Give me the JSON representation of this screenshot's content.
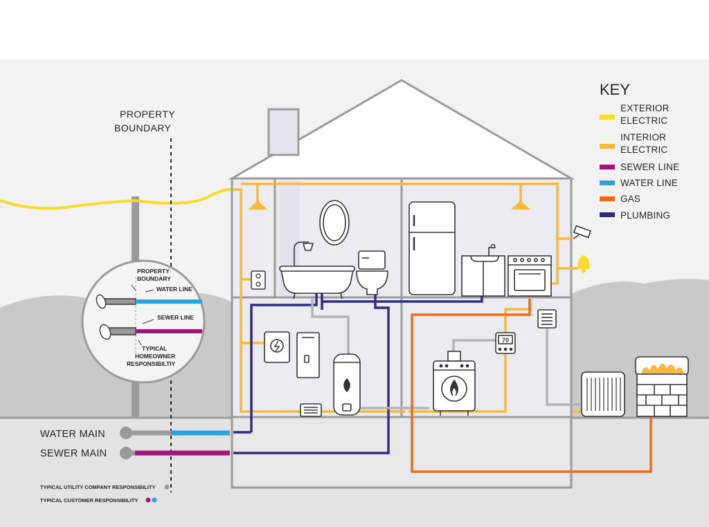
{
  "property_boundary": {
    "line1": "PROPERTY",
    "line2": "BOUNDARY"
  },
  "key": {
    "title": "KEY",
    "items": [
      {
        "line1": "EXTERIOR",
        "line2": "ELECTRIC",
        "color": "#f5dc2c"
      },
      {
        "line1": "INTERIOR",
        "line2": "ELECTRIC",
        "color": "#f7b93c"
      },
      {
        "line1": "SEWER LINE",
        "line2": "",
        "color": "#a0177a"
      },
      {
        "line1": "WATER LINE",
        "line2": "",
        "color": "#2aa3dd"
      },
      {
        "line1": "GAS",
        "line2": "",
        "color": "#ee6a16"
      },
      {
        "line1": "PLUMBING",
        "line2": "",
        "color": "#302c86"
      }
    ]
  },
  "inset": {
    "boundary1": "PROPERTY",
    "boundary2": "BOUNDARY",
    "water": "WATER LINE",
    "sewer": "SEWER LINE",
    "resp1": "TYPICAL",
    "resp2": "HOMEOWNER",
    "resp3": "RESPONSIBILTIY"
  },
  "mains": {
    "water": "WATER MAIN",
    "sewer": "SEWER MAIN"
  },
  "footer": {
    "utility": "TYPICAL UTILITY  COMPANY RESPONSIBILITY",
    "customer": "TYPICAL CUSTOMER RESPONSIBILITY"
  },
  "thermostat": {
    "value": "70"
  },
  "colors": {
    "exterior_electric": "#f5dc2c",
    "interior_electric": "#f7b93c",
    "sewer": "#a0177a",
    "water": "#2aa3dd",
    "gas": "#ee6a16",
    "plumbing": "#302c86",
    "structure": "#9a9a9a"
  }
}
